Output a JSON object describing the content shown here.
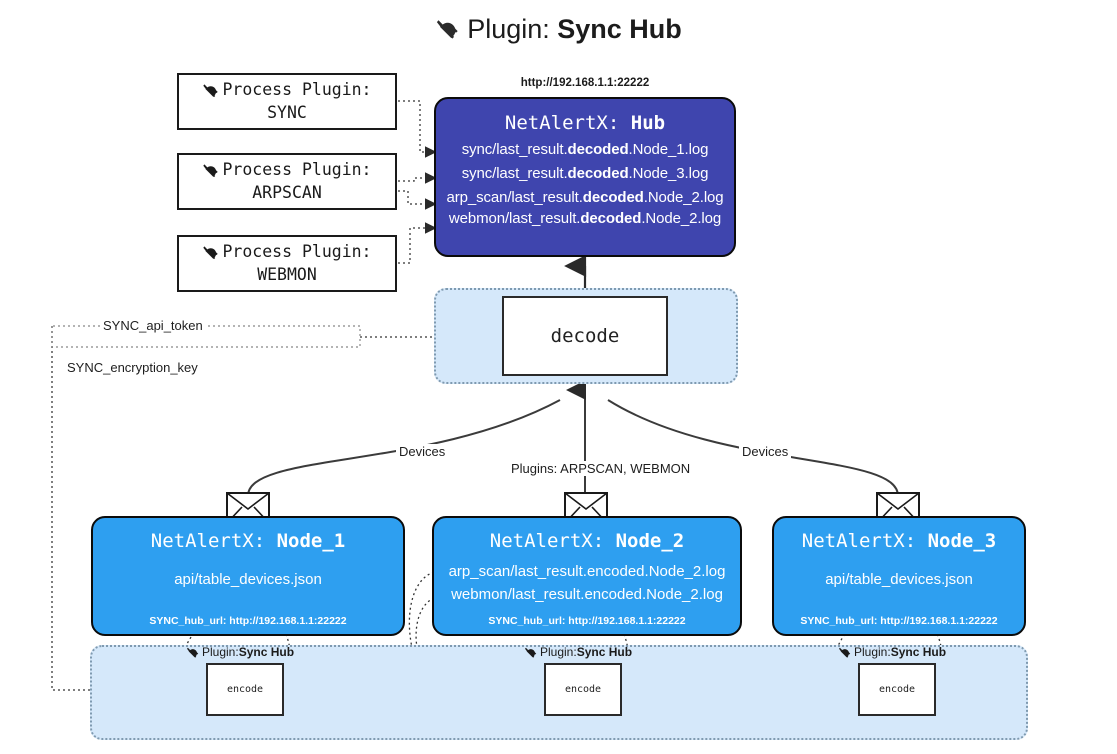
{
  "title": {
    "icon": "plug-icon",
    "prefix": "Plugin: ",
    "name": "Sync Hub"
  },
  "process_plugins": [
    {
      "icon": "plug-icon",
      "label": "Process Plugin:",
      "name": "SYNC"
    },
    {
      "icon": "plug-icon",
      "label": "Process Plugin:",
      "name": "ARPSCAN"
    },
    {
      "icon": "plug-icon",
      "label": "Process Plugin:",
      "name": "WEBMON"
    }
  ],
  "hub": {
    "url": "http://192.168.1.1:22222",
    "title_prefix": "NetAlertX: ",
    "title_name": "Hub",
    "logs": [
      {
        "pre": "sync/last_result.",
        "em": "decoded",
        "post": ".Node_1.log"
      },
      {
        "pre": "sync/last_result.",
        "em": "decoded",
        "post": ".Node_3.log"
      },
      {
        "pre": "arp_scan/last_result.",
        "em": "decoded",
        "post": ".Node_2.log"
      },
      {
        "pre": "webmon/last_result.",
        "em": "decoded",
        "post": ".Node_2.log"
      }
    ]
  },
  "decode": {
    "label": "decode"
  },
  "secrets": [
    {
      "label": "SYNC_api_token"
    },
    {
      "label": "SYNC_encryption_key"
    }
  ],
  "edge_labels": {
    "devices_left": "Devices",
    "devices_right": "Devices",
    "plugins_center": "Plugins: ARPSCAN, WEBMON"
  },
  "nodes": [
    {
      "icon": "envelope-icon",
      "title_prefix": "NetAlertX: ",
      "title_name": "Node_1",
      "lines": [
        "api/table_devices.json"
      ],
      "hub_url_label": "SYNC_hub_url: http://192.168.1.1:22222"
    },
    {
      "icon": "envelope-icon",
      "title_prefix": "NetAlertX: ",
      "title_name": "Node_2",
      "lines": [
        "arp_scan/last_result.encoded.Node_2.log",
        "webmon/last_result.encoded.Node_2.log"
      ],
      "hub_url_label": "SYNC_hub_url: http://192.168.1.1:22222"
    },
    {
      "icon": "envelope-icon",
      "title_prefix": "NetAlertX: ",
      "title_name": "Node_3",
      "lines": [
        "api/table_devices.json"
      ],
      "hub_url_label": "SYNC_hub_url: http://192.168.1.1:22222"
    }
  ],
  "encoders": [
    {
      "icon": "plug-icon",
      "plugin_prefix": "Plugin: ",
      "plugin_name": "Sync Hub",
      "label": "encode"
    },
    {
      "icon": "plug-icon",
      "plugin_prefix": "Plugin: ",
      "plugin_name": "Sync Hub",
      "label": "encode"
    },
    {
      "icon": "plug-icon",
      "plugin_prefix": "Plugin: ",
      "plugin_name": "Sync Hub",
      "label": "encode"
    }
  ],
  "colors": {
    "hub": "#3F45AE",
    "node": "#2E9FF0",
    "container": "#D5E8FA",
    "stroke": "#2a2a2a"
  }
}
